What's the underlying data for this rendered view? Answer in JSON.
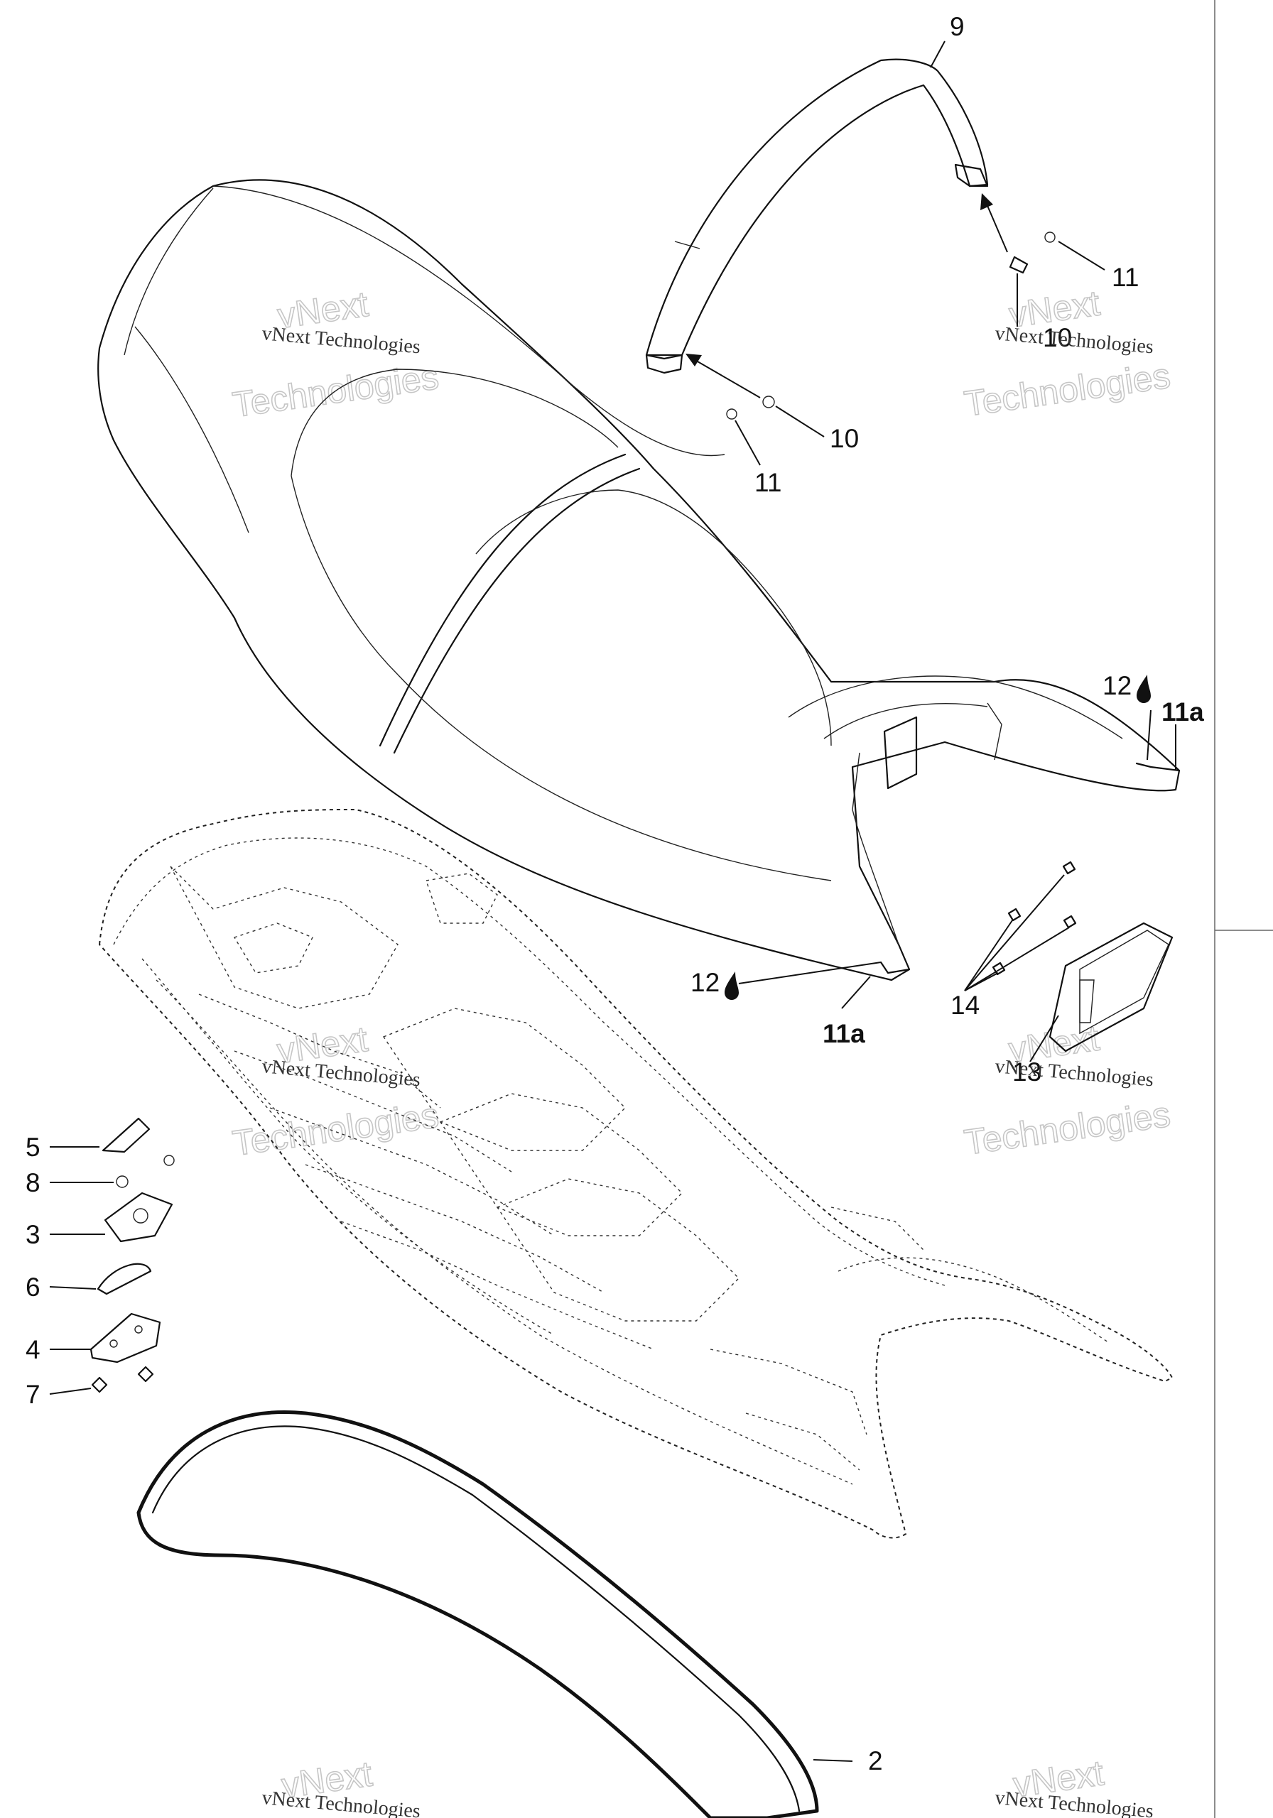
{
  "callouts": {
    "c9": "9",
    "c11_top": "11",
    "c10_top": "10",
    "c10_mid": "10",
    "c11_mid": "11",
    "c12_upper": "12",
    "c11a_upper": "11a",
    "c14": "14",
    "c12_lower": "12",
    "c11a_lower": "11a",
    "c13": "13",
    "c5": "5",
    "c8": "8",
    "c3": "3",
    "c6": "6",
    "c4": "4",
    "c7": "7",
    "c2": "2"
  },
  "watermarks": {
    "brand_line1": "vNext",
    "brand_line2": "Technologies",
    "brand_full": "vNext Technologies"
  },
  "icons": {
    "adhesive_drop": "drop-icon"
  }
}
